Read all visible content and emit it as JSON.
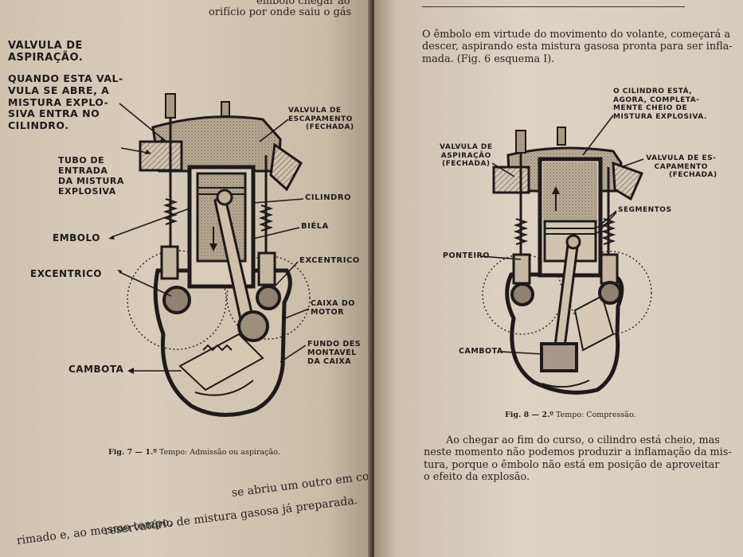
{
  "left_page": {
    "top_text_1": "êmbolo chegar ao",
    "top_text_2": "orifício por onde saiu o gás",
    "heading": [
      "VALVULA DE",
      "ASPIRAÇÃO."
    ],
    "intro": [
      "QUANDO ESTA VAL-",
      "VULA SE ABRE, A",
      "MISTURA EXPLO-",
      "SIVA ENTRA NO",
      "CILINDRO."
    ],
    "labels": {
      "tubo": [
        "TUBO DE",
        "ENTRADA",
        "DA MISTURA",
        "EXPLOSIVA"
      ],
      "embolo": "EMBOLO",
      "excentrico_left": "EXCENTRICO",
      "cambota": "CAMBOTA",
      "valvula_escape": [
        "VALVULA DE",
        "ESCAPAMENTO",
        "(FECHADA)"
      ],
      "cilindro": "CILINDRO",
      "biela": "BIÉLA",
      "excentrico_right": "EXCENTRICO",
      "caixa": [
        "CAIXA DO",
        "MOTOR"
      ],
      "fundo": [
        "FUNDO DES",
        "MONTAVEL",
        "DA CAIXA"
      ]
    },
    "caption": {
      "fig": "Fig. 7 — 1.º",
      "text": "Tempo: Admissão ou aspiração."
    },
    "bottom_text_1": "se abriu um outro em comuni-",
    "bottom_text_2": "reservatório de mistura gasosa já preparada.",
    "bottom_text_3": "rimado e, ao mesmo tempo,"
  },
  "right_page": {
    "paragraph_top": [
      "O êmbolo em virtude do movimento do volante, começará a",
      "descer, aspirando esta mistura gasosa pronta para ser infla-",
      "mada. (Fig. 6 esquema I)."
    ],
    "labels": {
      "cilindro_cheio": [
        "O CILINDRO ESTÁ,",
        "AGORA, COMPLETA-",
        "MENTE CHEIO DE",
        "MISTURA EXPLOSIVA."
      ],
      "valvula_aspiracao": [
        "VALVULA DE",
        "ASPIRAÇÃO",
        "(FECHADA)"
      ],
      "valvula_escape": [
        "VALVULA DE ES-",
        "CAPAMENTO",
        "(FECHADA)"
      ],
      "segmentos": "SEGMENTOS",
      "ponteiro": "PONTEIRO",
      "cambota": "CAMBOTA"
    },
    "caption": {
      "fig": "Fig. 8 — 2.º",
      "text": "Tempo: Compressão."
    },
    "paragraph_bottom": [
      "Ao chegar ao fim do curso, o cilindro está cheio, mas",
      "neste momento não podemos produzir a inflamação da mis-",
      "tura, porque o êmbolo não está em posição de aproveitar",
      "o efeito da explosão."
    ]
  }
}
